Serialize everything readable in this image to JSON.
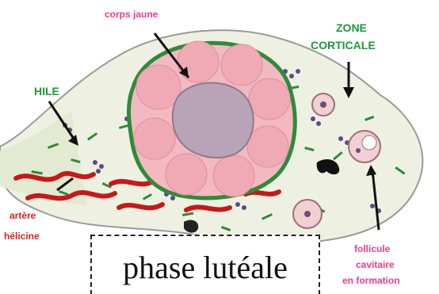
{
  "labels": {
    "corps_jaune": "corps jaune",
    "zone_line1": "ZONE",
    "zone_line2": "CORTICALE",
    "hile": "HILE",
    "artere_line1": "artère",
    "artere_line2": "hélicine",
    "follicule_line1": "follicule",
    "follicule_line2": "cavitaire",
    "follicule_line3": "en formation"
  },
  "caption": "phase lutéale",
  "colors": {
    "label_pink": "#ee3a8c",
    "label_green": "#1a9a3a",
    "label_red": "#e02020",
    "stroma": "#e9eddd",
    "corpus": "#f2b9c0",
    "corpus_center": "#b9a4b7"
  }
}
